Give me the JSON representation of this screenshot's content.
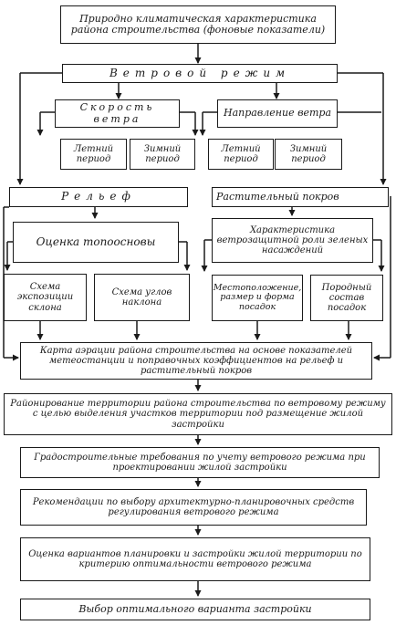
{
  "nodes": {
    "climate": "Природно климатическая характеристика района строительства (фоновые показатели)",
    "wind_regime": "Ветровой режим",
    "wind_speed": "Скорость ветра",
    "wind_direction": "Направление ветра",
    "speed_summer": "Летний период",
    "speed_winter": "Зимний период",
    "dir_summer": "Летний период",
    "dir_winter": "Зимний период",
    "relief": "Рельеф",
    "vegetation": "Растительный покров",
    "topo_assessment": "Оценка топоосновы",
    "windbreak_char": "Характеристика ветрозащитной роли зеленых насаждений",
    "slope_exposure": "Схема экспозиции склона",
    "slope_angles": "Схема углов наклона",
    "planting_location": "Местоположение, размер и форма посадок",
    "planting_species": "Породный состав посадок",
    "aeration_map": "Карта аэрации района строительства на основе показателей метеостанции и поправочных коэффициентов на рельеф и растительный покров",
    "zoning": "Районирование территории района строительства по ветровому режиму с целью выделения участков территории под размещение жилой застройки",
    "urban_requirements": "Градостроительные требования по учету ветрового режима при проектировании жилой застройки",
    "recommendations": "Рекомендации по выбору архитектурно-планировочных средств регулирования ветрового режима",
    "variant_assessment": "Оценка вариантов планировки и застройки жилой территории по критерию оптимальности ветрового режима",
    "optimal_choice": "Выбор оптимального варианта застройки"
  }
}
